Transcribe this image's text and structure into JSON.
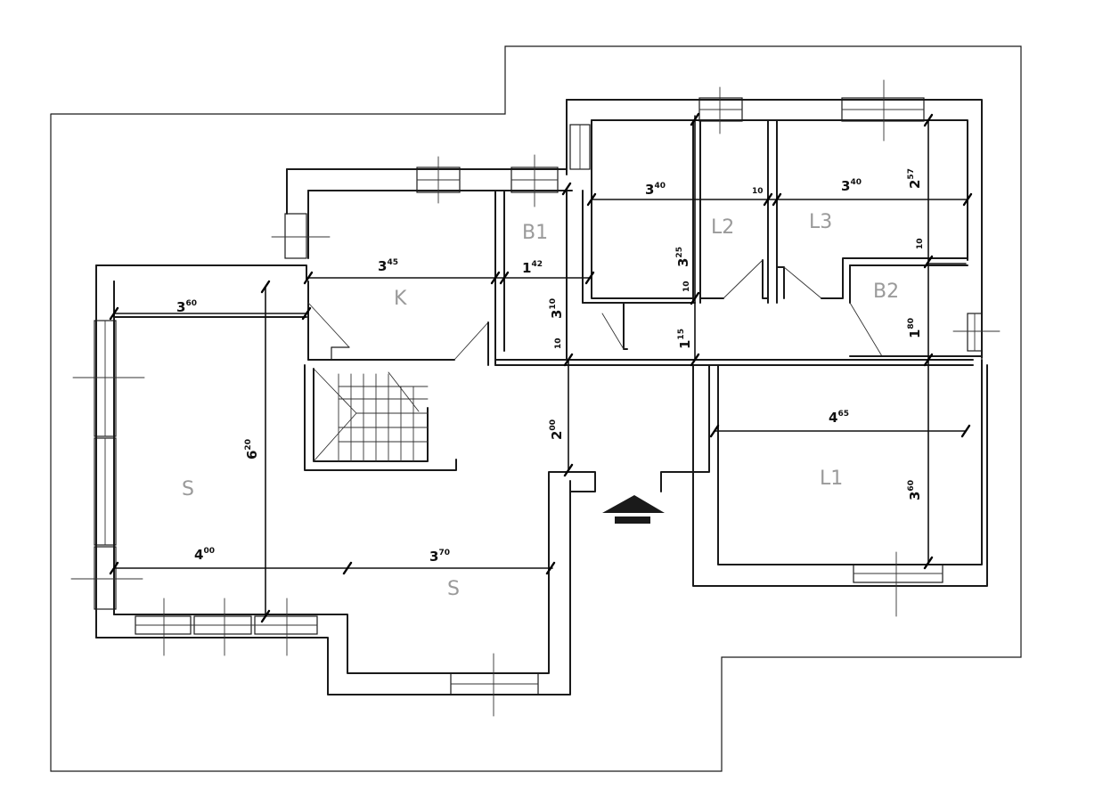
{
  "rooms": {
    "b1": "B1",
    "l2": "L2",
    "l3": "L3",
    "k": "K",
    "b2": "B2",
    "s_left": "S",
    "s_bottom": "S",
    "l1": "L1"
  },
  "dimensions": {
    "d_340_left": {
      "int": "3",
      "sup": "40"
    },
    "d_10_top": {
      "int": "",
      "sup": "10"
    },
    "d_340_right": {
      "int": "3",
      "sup": "40"
    },
    "d_257": {
      "int": "2",
      "sup": "57"
    },
    "d_345": {
      "int": "3",
      "sup": "45"
    },
    "d_142": {
      "int": "1",
      "sup": "42"
    },
    "d_325": {
      "int": "3",
      "sup": "25"
    },
    "d_10_right": {
      "int": "",
      "sup": "10"
    },
    "d_360_top": {
      "int": "3",
      "sup": "60"
    },
    "d_310": {
      "int": "3",
      "sup": "10"
    },
    "d_10_mid": {
      "int": "",
      "sup": "10"
    },
    "d_115": {
      "int": "1",
      "sup": "15"
    },
    "d_180": {
      "int": "1",
      "sup": "80"
    },
    "d_10_low": {
      "int": "",
      "sup": "10"
    },
    "d_465": {
      "int": "4",
      "sup": "65"
    },
    "d_200": {
      "int": "2",
      "sup": "00"
    },
    "d_620": {
      "int": "6",
      "sup": "20"
    },
    "d_360_right": {
      "int": "3",
      "sup": "60"
    },
    "d_400": {
      "int": "4",
      "sup": "00"
    },
    "d_370": {
      "int": "3",
      "sup": "70"
    }
  }
}
